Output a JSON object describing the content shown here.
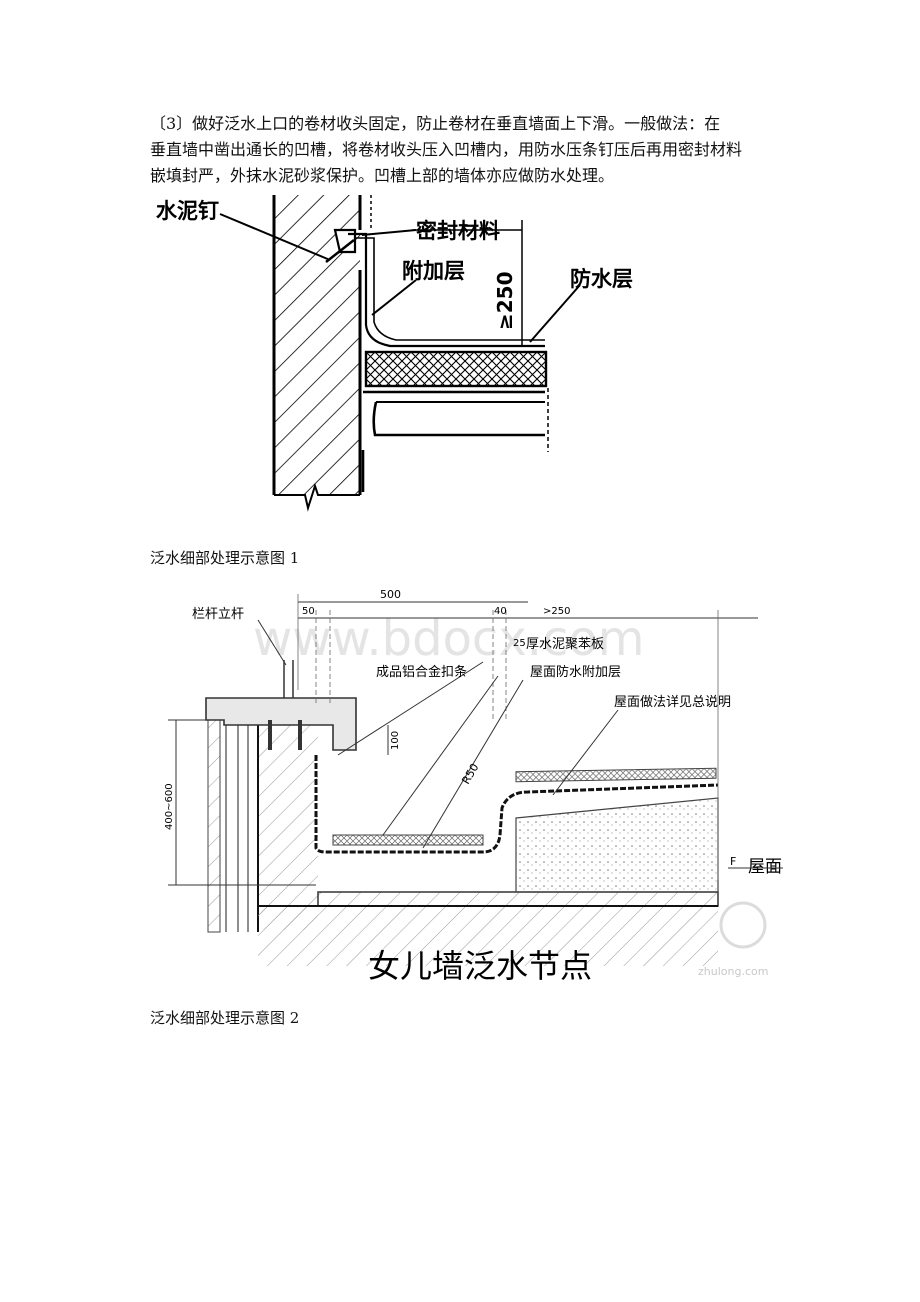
{
  "paragraph": {
    "line1": "〔3〕做好泛水上口的卷材收头固定，防止卷材在垂直墙面上下滑。一般做法：在",
    "line2": "垂直墙中凿出通长的凹槽，将卷材收头压入凹槽内，用防水压条钉压后再用密封材料",
    "line3": "嵌填封严，外抹水泥砂浆保护。凹槽上部的墙体亦应做防水处理。"
  },
  "figure1": {
    "label_nail": "水泥钉",
    "label_sealant": "密封材料",
    "label_additional": "附加层",
    "label_dim": "≥250",
    "label_waterproof": "防水层",
    "caption": "泛水细部处理示意图 1"
  },
  "figure2": {
    "dim_500": "500",
    "dim_50": "50",
    "dim_40": "40",
    "dim_250": ">250",
    "dim_25": "25",
    "dim_100": "100",
    "dim_400_600": "400~600",
    "dim_r50": "R50",
    "label_railing": "栏杆立杆",
    "label_eps": "厚水泥聚苯板",
    "label_alu": "成品铝合金扣条",
    "label_additional": "屋面防水附加层",
    "label_roofing": "屋面做法详见总说明",
    "label_f": "F",
    "label_roof": "屋面",
    "title": "女儿墙泛水节点",
    "watermark": "www.bdocx.com",
    "zhulong": "zhulong.com",
    "caption": "泛水细部处理示意图 2"
  }
}
